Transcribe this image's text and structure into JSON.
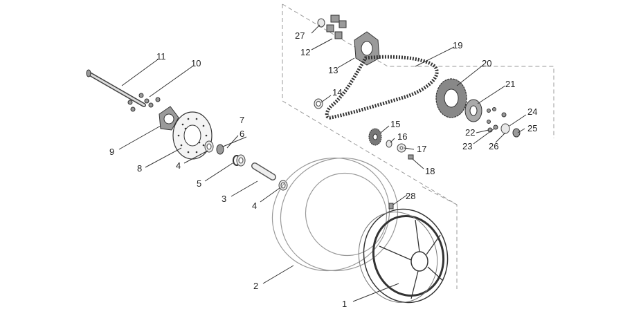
{
  "callouts": [
    {
      "id": "c1",
      "text": "1"
    },
    {
      "id": "c2",
      "text": "2"
    },
    {
      "id": "c3",
      "text": "3"
    },
    {
      "id": "c4a",
      "text": "4"
    },
    {
      "id": "c4b",
      "text": "4"
    },
    {
      "id": "c5",
      "text": "5"
    },
    {
      "id": "c6",
      "text": "6"
    },
    {
      "id": "c7",
      "text": "7"
    },
    {
      "id": "c8",
      "text": "8"
    },
    {
      "id": "c9",
      "text": "9"
    },
    {
      "id": "c10",
      "text": "10"
    },
    {
      "id": "c11",
      "text": "11"
    },
    {
      "id": "c12",
      "text": "12"
    },
    {
      "id": "c13",
      "text": "13"
    },
    {
      "id": "c14",
      "text": "14"
    },
    {
      "id": "c15",
      "text": "15"
    },
    {
      "id": "c16",
      "text": "16"
    },
    {
      "id": "c17",
      "text": "17"
    },
    {
      "id": "c18",
      "text": "18"
    },
    {
      "id": "c19",
      "text": "19"
    },
    {
      "id": "c20",
      "text": "20"
    },
    {
      "id": "c21",
      "text": "21"
    },
    {
      "id": "c22",
      "text": "22"
    },
    {
      "id": "c23",
      "text": "23"
    },
    {
      "id": "c24",
      "text": "24"
    },
    {
      "id": "c25",
      "text": "25"
    },
    {
      "id": "c26",
      "text": "26"
    },
    {
      "id": "c27",
      "text": "27"
    },
    {
      "id": "c28",
      "text": "28"
    }
  ]
}
